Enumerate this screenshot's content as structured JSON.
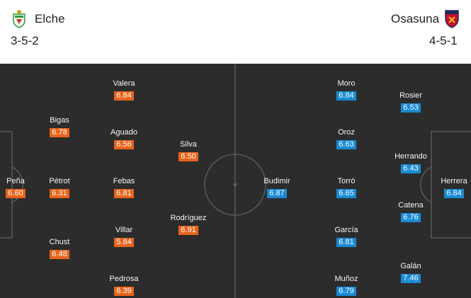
{
  "home": {
    "name": "Elche",
    "formation": "3-5-2",
    "crest_icon": "elche-crest-icon",
    "color": "#e8641c",
    "players": [
      {
        "name": "Peña",
        "rating": "6.60"
      },
      {
        "name": "Bigas",
        "rating": "6.78"
      },
      {
        "name": "Pétrot",
        "rating": "6.31"
      },
      {
        "name": "Chust",
        "rating": "6.48"
      },
      {
        "name": "Valera",
        "rating": "6.84"
      },
      {
        "name": "Aguado",
        "rating": "6.56"
      },
      {
        "name": "Febas",
        "rating": "6.81"
      },
      {
        "name": "Villar",
        "rating": "5.84"
      },
      {
        "name": "Pedrosa",
        "rating": "6.39"
      },
      {
        "name": "Silva",
        "rating": "6.50"
      },
      {
        "name": "Rodríguez",
        "rating": "6.91"
      }
    ]
  },
  "away": {
    "name": "Osasuna",
    "formation": "4-5-1",
    "crest_icon": "osasuna-crest-icon",
    "color": "#1a8ad4",
    "players": [
      {
        "name": "Herrera",
        "rating": "6.84"
      },
      {
        "name": "Rosier",
        "rating": "6.53"
      },
      {
        "name": "Herrando",
        "rating": "6.43"
      },
      {
        "name": "Catena",
        "rating": "6.76"
      },
      {
        "name": "Galán",
        "rating": "7.46"
      },
      {
        "name": "Moro",
        "rating": "6.84"
      },
      {
        "name": "Oroz",
        "rating": "6.63"
      },
      {
        "name": "Torró",
        "rating": "6.65"
      },
      {
        "name": "García",
        "rating": "6.81"
      },
      {
        "name": "Muñoz",
        "rating": "6.79"
      },
      {
        "name": "Budimir",
        "rating": "6.87"
      }
    ]
  }
}
